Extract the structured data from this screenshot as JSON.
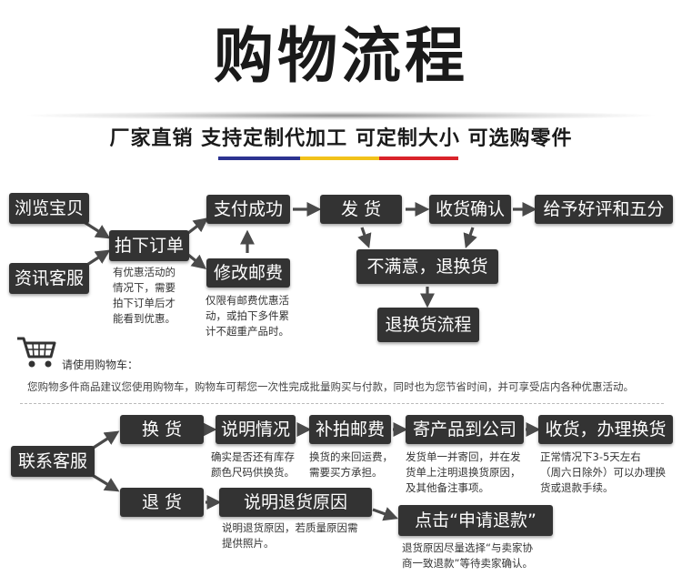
{
  "header": {
    "title": "购物流程",
    "subtitle": "厂家直销 支持定制代加工 可定制大小 可选购零件",
    "bar_colors": [
      "#2c3390",
      "#f2c21a",
      "#d9232a"
    ]
  },
  "section1": {
    "browse": "浏览宝贝",
    "consult": "资讯客服",
    "place_order": "拍下订单",
    "order_note": [
      "有优惠活动的",
      "情况下，需要",
      "拍下订单后才",
      "能看到优惠。"
    ],
    "pay_success": "支付成功",
    "modify_postage": "修改邮费",
    "postage_note": [
      "仅限有邮费优惠活",
      "动，或拍下多件累",
      "计不超重产品时。"
    ],
    "ship": "发 货",
    "confirm_receipt": "收货确认",
    "good_review": "给予好评和五分",
    "unsatisfied": "不满意，退换货",
    "return_flow": "退换货流程"
  },
  "cart": {
    "icon": "cart-icon",
    "label": "请使用购物车：",
    "desc": "您购物多件商品建议您使用购物车，购物车可帮您一次性完成批量购买与付款，同时也为您节省时间，并可享受店内各种优惠活动。"
  },
  "section2": {
    "contact_service": "联系客服",
    "exchange": "换 货",
    "refund": "退 货",
    "explain_situation": "说明情况",
    "explain_note": [
      "确实是否还有库存",
      "颜色尺码供换货。"
    ],
    "pay_postage": "补拍邮费",
    "postage_note": [
      "换货的来回运费，",
      "需要买方承担。"
    ],
    "send_product": "寄产品到公司",
    "send_note": [
      "发货单一并寄回，并在发",
      "货单上注明退换货原因，",
      "及其他备注事项。"
    ],
    "receive_exchange": "收货，办理换货",
    "receive_note": [
      "正常情况下3-5天左右",
      "（周六日除外）可以办理换",
      "货或退款手续。"
    ],
    "explain_refund": "说明退货原因",
    "refund_note": [
      "说明退货原因，若质量原因需",
      "提供照片。"
    ],
    "apply_refund": "点击“申请退款”",
    "apply_note": [
      "退货原因尽量选择“与卖家协",
      "商一致退款”等待卖家确认。"
    ]
  }
}
